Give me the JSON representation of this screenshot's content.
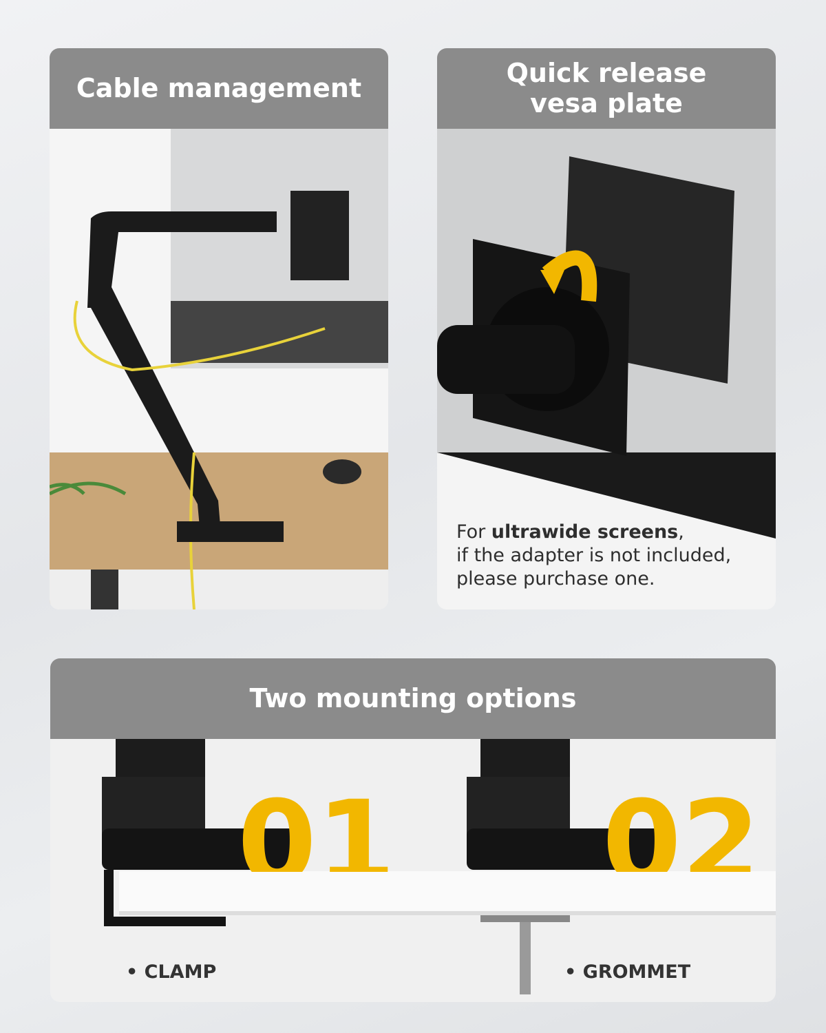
{
  "panels": {
    "cable": {
      "title": "Cable management"
    },
    "vesa": {
      "title_line1": "Quick release",
      "title_line2": "vesa plate",
      "note_prefix": "For ",
      "note_bold": "ultrawide screens",
      "note_suffix": ",",
      "note_line2": "if the adapter is not included,",
      "note_line3": "please purchase one."
    },
    "mounting": {
      "title": "Two mounting options",
      "option1_number": "01",
      "option1_label": "• CLAMP",
      "option2_number": "02",
      "option2_label": "• GROMMET"
    }
  },
  "colors": {
    "header": "#8b8b8b",
    "accent_yellow": "#f2b700",
    "arm_black": "#1a1a1a"
  }
}
